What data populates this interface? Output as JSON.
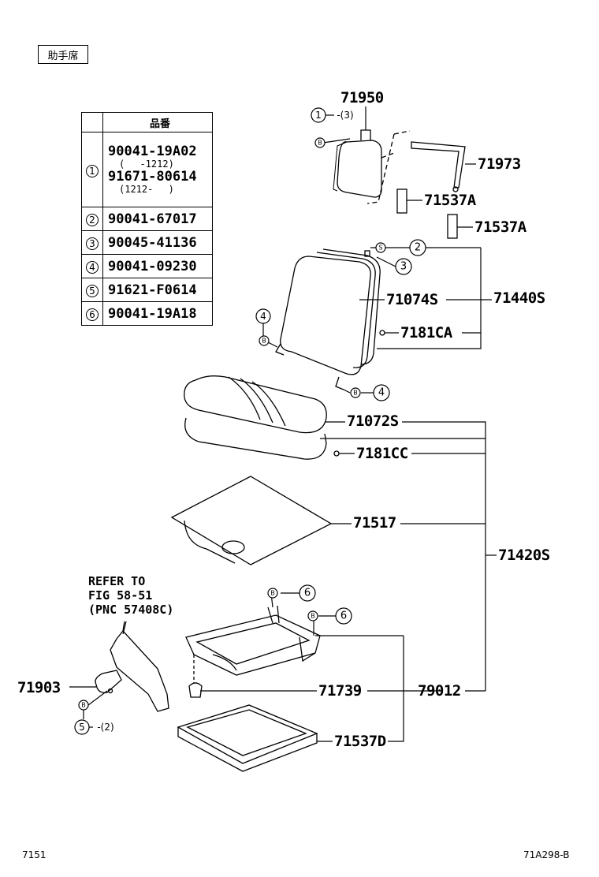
{
  "header": {
    "title": "助手席"
  },
  "table": {
    "header": "品番",
    "rows": [
      {
        "num": "1",
        "lines": [
          "90041-19A02",
          "(　 -1212)",
          "91671-80614",
          "(1212-　 )"
        ]
      },
      {
        "num": "2",
        "lines": [
          "90041-67017"
        ]
      },
      {
        "num": "3",
        "lines": [
          "90045-41136"
        ]
      },
      {
        "num": "4",
        "lines": [
          "90041-09230"
        ]
      },
      {
        "num": "5",
        "lines": [
          "91621-F0614"
        ]
      },
      {
        "num": "6",
        "lines": [
          "90041-19A18"
        ]
      }
    ]
  },
  "labels": {
    "p71950": "71950",
    "p71973": "71973",
    "p71537A_1": "71537A",
    "p71537A_2": "71537A",
    "p71440S": "71440S",
    "p71074S": "71074S",
    "p7181CA": "7181CA",
    "p71072S": "71072S",
    "p7181CC": "7181CC",
    "p71517": "71517",
    "p71420S": "71420S",
    "p71903": "71903",
    "p71739": "71739",
    "p79012": "79012",
    "p71537D": "71537D"
  },
  "refer_note": "REFER TO\nFIG 58-51\n(PNC 57408C)",
  "callouts": {
    "c1": "1",
    "c1_qty": "-(3)",
    "b": "B",
    "s": "S",
    "c2": "2",
    "c3": "3",
    "c4a": "4",
    "c4b": "4",
    "c5": "5",
    "c5_qty": "-(2)",
    "c6a": "6",
    "c6b": "6"
  },
  "footer": {
    "left": "7151",
    "right": "71A298-B"
  }
}
